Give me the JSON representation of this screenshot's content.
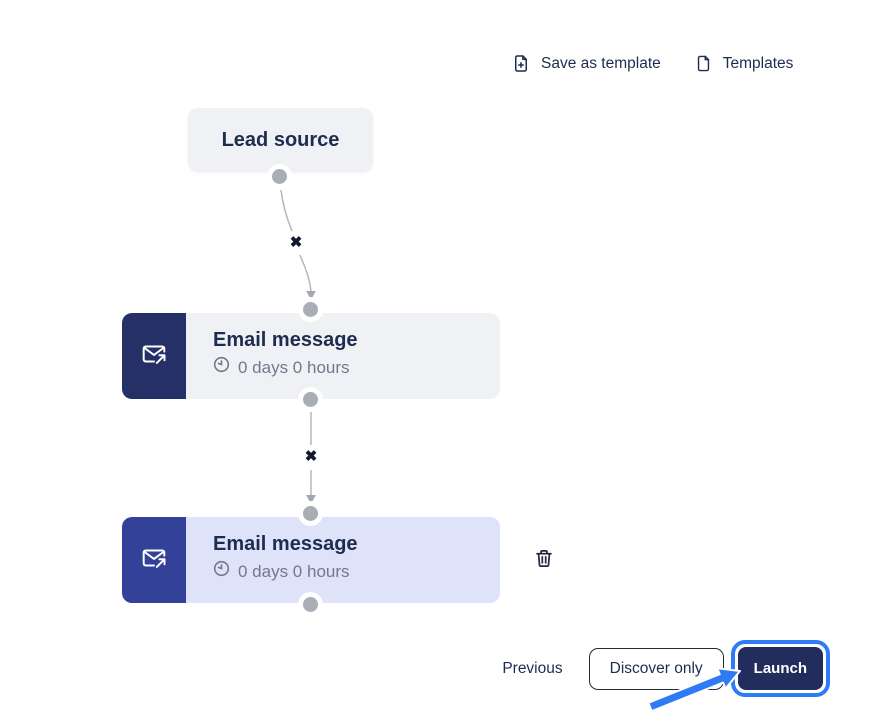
{
  "colors": {
    "accent_blue": "#2E7BF5",
    "navy_button": "#222D5E",
    "icon_box_default": "#253166",
    "icon_box_selected": "#344199",
    "node_default_bg": "#F0F1F4",
    "node_selected_bg": "#DFE3FA",
    "dot_gray": "#A9AEB6",
    "connector_gray": "#B3B7C0",
    "text_primary": "#1D2C4F",
    "text_secondary": "#71798A"
  },
  "header": {
    "save_as_template": {
      "label": "Save as template",
      "icon": "file-plus-icon"
    },
    "templates": {
      "label": "Templates",
      "icon": "file-icon"
    }
  },
  "flow": {
    "connector_delete_glyph": "✖",
    "nodes": [
      {
        "id": "lead-source",
        "title": "Lead source",
        "type": "source"
      },
      {
        "id": "email-1",
        "title": "Email message",
        "delay": "0 days 0 hours",
        "icon": "email-send-icon",
        "selected": false
      },
      {
        "id": "email-2",
        "title": "Email message",
        "delay": "0 days 0 hours",
        "icon": "email-send-icon",
        "selected": true,
        "action_icon": "trash-icon"
      }
    ]
  },
  "footer": {
    "previous": "Previous",
    "discover_only": "Discover only",
    "launch": "Launch"
  },
  "annotations": {
    "highlight_target": "launch-button",
    "arrow_color": "#2E7BF5"
  }
}
